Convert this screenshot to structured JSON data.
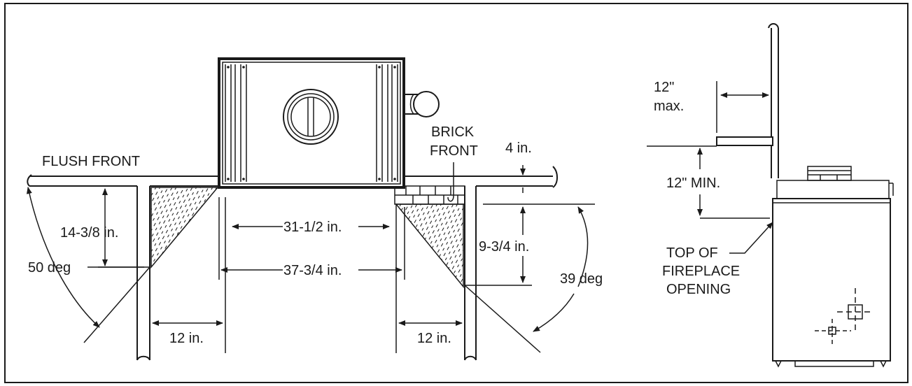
{
  "labels": {
    "flush_front": "FLUSH FRONT",
    "brick_front_1": "BRICK",
    "brick_front_2": "FRONT",
    "dim_4in": "4 in.",
    "dim_14_3_8": "14-3/8 in.",
    "dim_50deg": "50 deg",
    "dim_31_1_2": "31-1/2 in.",
    "dim_37_3_4": "37-3/4 in.",
    "dim_9_3_4": "9-3/4 in.",
    "dim_39deg": "39 deg",
    "dim_12in_left": "12 in.",
    "dim_12in_right": "12 in.",
    "dim_12_max_1": "12\"",
    "dim_12_max_2": "max.",
    "dim_12_min": "12\" MIN.",
    "top_of_1": "TOP OF",
    "top_of_2": "FIREPLACE",
    "top_of_3": "OPENING"
  },
  "colors": {
    "ink": "#1a1a1a",
    "background": "#ffffff"
  }
}
